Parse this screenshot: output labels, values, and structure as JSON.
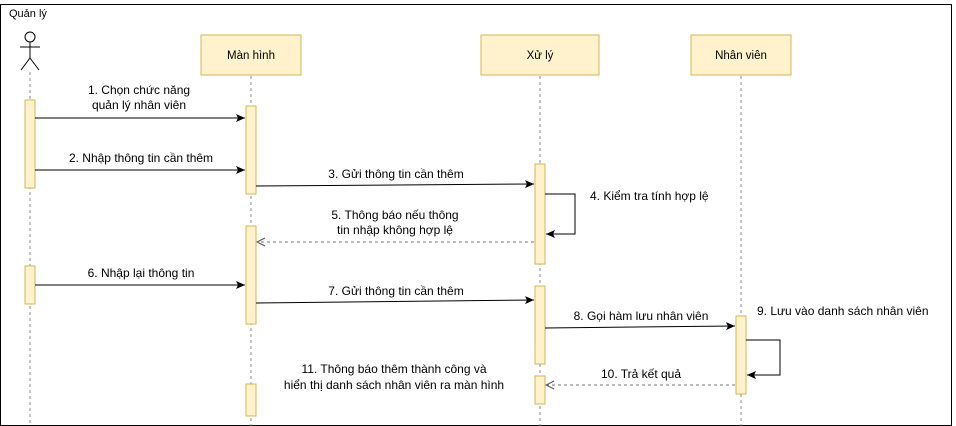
{
  "frame": {
    "title": "Quản lý"
  },
  "lifelines": [
    {
      "id": "actor",
      "label": "",
      "kind": "actor"
    },
    {
      "id": "screen",
      "label": "Màn hình",
      "kind": "box"
    },
    {
      "id": "process",
      "label": "Xử lý",
      "kind": "box"
    },
    {
      "id": "staff",
      "label": "Nhân viên",
      "kind": "box"
    }
  ],
  "messages": [
    {
      "lines": [
        "1. Chọn chức năng",
        "quản lý nhân viên"
      ],
      "from": "actor",
      "to": "screen",
      "style": "solid"
    },
    {
      "lines": [
        "2. Nhập thông tin cần thêm"
      ],
      "from": "actor",
      "to": "screen",
      "style": "solid"
    },
    {
      "lines": [
        "3. Gửi thông tin cần thêm"
      ],
      "from": "screen",
      "to": "process",
      "style": "solid"
    },
    {
      "lines": [
        "4. Kiểm tra tính hợp lệ"
      ],
      "from": "process",
      "to": "process",
      "style": "self"
    },
    {
      "lines": [
        "5. Thông báo nếu thông",
        "tin nhập không hợp lệ"
      ],
      "from": "process",
      "to": "screen",
      "style": "dashed"
    },
    {
      "lines": [
        "6. Nhập lại thông tin"
      ],
      "from": "actor",
      "to": "screen",
      "style": "solid"
    },
    {
      "lines": [
        "7. Gửi thông tin cần thêm"
      ],
      "from": "screen",
      "to": "process",
      "style": "solid"
    },
    {
      "lines": [
        "8. Gọi hàm lưu nhân viên"
      ],
      "from": "process",
      "to": "staff",
      "style": "solid"
    },
    {
      "lines": [
        "9. Lưu vào danh sách nhân viên"
      ],
      "from": "staff",
      "to": "staff",
      "style": "self"
    },
    {
      "lines": [
        "10. Trả kết quả"
      ],
      "from": "staff",
      "to": "process",
      "style": "dashed"
    },
    {
      "lines": [
        "11. Thông báo thêm thành công và",
        "hiển thị danh sách nhân viên ra màn hình"
      ],
      "from": "process",
      "to": "screen",
      "style": "none"
    }
  ],
  "colors": {
    "box_fill": "#fff2cc",
    "box_stroke": "#d6b656",
    "line": "#000000",
    "dashed": "#7a7a7a",
    "lifeline": "#8a8a8a"
  }
}
